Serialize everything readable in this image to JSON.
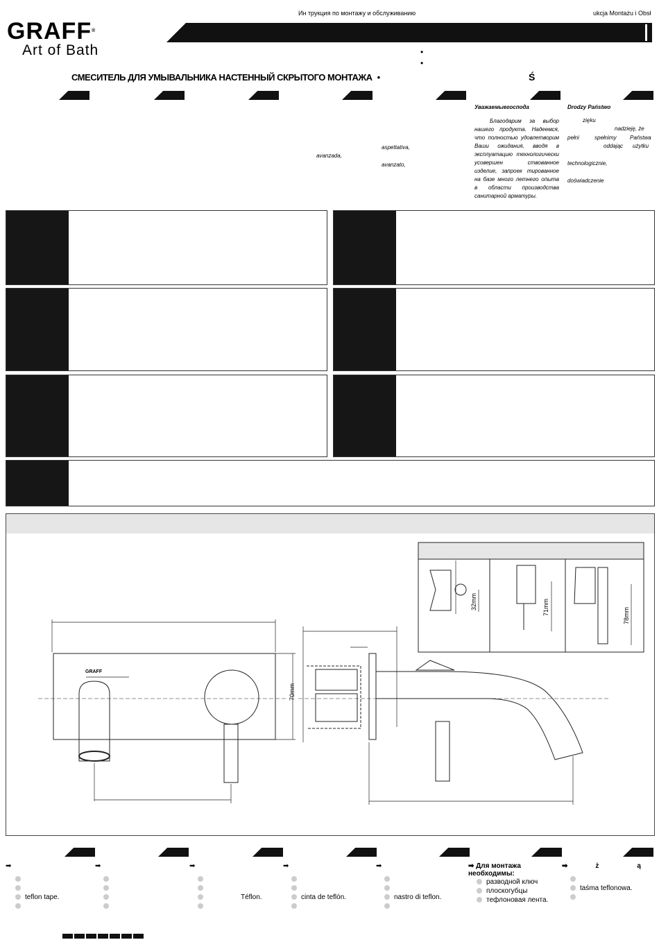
{
  "header": {
    "instr_ru": "Ин трукция по монтажу и обслуживанию",
    "instr_pl": "ukcja Montażu i Obsł"
  },
  "logo": {
    "brand": "GRAFF",
    "reg": "®",
    "tagline": "Art of Bath"
  },
  "title": {
    "main": "СМЕСИТЕЛЬ ДЛЯ УМЫВАЛЬНИКА НАСТЕННЫЙ  СКРЫТОГО МОНТАЖА",
    "bullet": "•",
    "pl_char": "Ś",
    "bullets_right": [
      "•",
      "•"
    ]
  },
  "intro": {
    "ru_heading": "Уважаемыегоспода",
    "ru_text": "Благодарим за выбор нашего продукта. Надеемся, что полностью удовлетворим Ваши ожидания, вводя в эксплуатацию технологически усовершен ствованное изделие, запроек тированное на базе много летнего опыта в области производства санитарной арматуры.",
    "pl_heading": "Drodzy Państwo",
    "pl_fragments": [
      "zięku",
      "nadzieję, że",
      "pełni",
      "spełnimy",
      "Państwa",
      "oddając",
      "użytku",
      "technologicznie,",
      "doświadczenie"
    ],
    "es_fragments": [
      "aspettativa,",
      "avanzada,",
      "avanzato,"
    ]
  },
  "diagram": {
    "dims": {
      "d70": "70mm",
      "d32": "32mm",
      "d71": "71mm",
      "d78": "78mm"
    },
    "logo_small": "GRAFF"
  },
  "bottom": {
    "en_tape": "teflon tape.",
    "fr_tape": "Téflon.",
    "es_tape": "cinta de teflón.",
    "it_tape": "nastro di teflon.",
    "ru_heading": "Для монтажа необходимы:",
    "ru_items": [
      "разводной ключ",
      "плоскогубцы",
      "тефлоновая лента."
    ],
    "pl_heading_1": "ż",
    "pl_heading_2": "ą",
    "pl_tape": "taśma teflonowa."
  },
  "colors": {
    "dark": "#111111",
    "gray_band": "#e6e6e6",
    "line": "#333333"
  }
}
